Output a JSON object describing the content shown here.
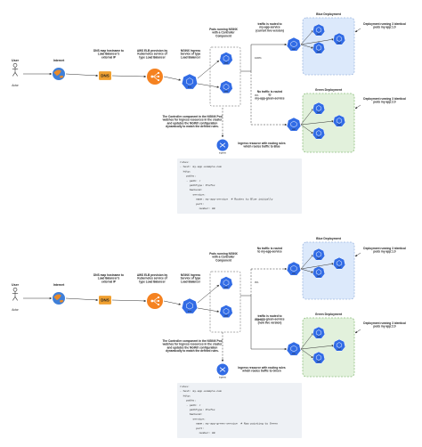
{
  "colors": {
    "blue_zone": "#dce9fb",
    "blue_zone_border": "#9fb8e0",
    "green_zone": "#e2f1dc",
    "green_zone_border": "#8fbf7f",
    "k8s_blue": "#326ce5",
    "aws_orange": "#f58220",
    "dns_orange": "#f0a030",
    "globe_orange": "#e88a2a",
    "code_bg": "#eef1f5",
    "code_key": "#3a6fb0",
    "code_comment": "#2e8b57"
  },
  "scenarios": [
    {
      "user_label": "User",
      "actor_label": "Actor",
      "internet_label": "Internet",
      "dns_text": "DNS map hostname to Load Balancer's external IP",
      "dns_icon_label": "DNS",
      "elb_text": "AWS ELB provision by Kubernetes service of type Load Balancer",
      "ingress_svc_text": "NGINX Ingress Service of type Load Balancer",
      "controller_text": "Pods running NGINX with a Controller Component",
      "controller_note": "The Controller component in the NGINX Pod watches for Ingress resources in the cluster and updates the NGINX configuration dynamically to match the defined rules.",
      "ingress_resource_text": "Ingress resource with routing rules which routes traffic to Blue",
      "ingress_icon_label": "ingress",
      "pct_top": "100%",
      "pct_bottom": "0%",
      "svc_label": "svc",
      "pod_label": "pod",
      "top_deploy": {
        "title": "Blue Deployment",
        "side_text": "Deployment running 3 identical pods my app:1.0",
        "route_text": "traffic is routed to my-app-service (current live version)"
      },
      "bottom_deploy": {
        "title": "Green Deployment",
        "side_text": "Deployment running 3 identical pods my app:2.0",
        "route_text": "No traffic is routed to my-app-green-service"
      },
      "code_lines": [
        {
          "text": "rules:"
        },
        {
          "text": "- host: my-app.example.com"
        },
        {
          "text": "  http:"
        },
        {
          "text": "    paths:"
        },
        {
          "text": "    - path: /"
        },
        {
          "text": "      pathType: Prefix"
        },
        {
          "text": "      backend:"
        },
        {
          "text": "        service:"
        },
        {
          "text": "          name: my-app-service  # Routes to Blue initially"
        },
        {
          "text": "          port:"
        },
        {
          "text": "            number: 80"
        }
      ]
    },
    {
      "user_label": "User",
      "actor_label": "Actor",
      "internet_label": "Internet",
      "dns_text": "DNS map hostname to Load Balancer's external IP",
      "dns_icon_label": "DNS",
      "elb_text": "AWS ELB provision by Kubernetes service of type Load Balancer",
      "ingress_svc_text": "NGINX Ingress Service of type Load Balancer",
      "controller_text": "Pods running NGINX with a Controller Component",
      "controller_note": "The Controller component in the NGINX Pod watches for Ingress resources in the cluster and updates the NGINX configuration dynamically to match the defined rules.",
      "ingress_resource_text": "Ingress resource with routing rules which routes traffic to Green",
      "ingress_icon_label": "ingress",
      "pct_top": "0%",
      "pct_bottom": "100%",
      "svc_label": "svc",
      "pod_label": "pod",
      "top_deploy": {
        "title": "Blue Deployment",
        "side_text": "Deployment running 3 identical pods my app:1.0",
        "route_text": "No traffic is routed to my-app-service"
      },
      "bottom_deploy": {
        "title": "Green Deployment",
        "side_text": "Deployment running 3 identical pods my app:2.0",
        "route_text": "traffic is routed to my-app-green-service (new live version)"
      },
      "code_lines": [
        {
          "text": "rules:"
        },
        {
          "text": "- host: my-app.example.com"
        },
        {
          "text": "  http:"
        },
        {
          "text": "    paths:"
        },
        {
          "text": "    - path: /"
        },
        {
          "text": "      pathType: Prefix"
        },
        {
          "text": "      backend:"
        },
        {
          "text": "        service:"
        },
        {
          "text": "          name: my-app-green-service  # Now pointing to Green"
        },
        {
          "text": "          port:"
        },
        {
          "text": "            number: 80"
        }
      ]
    }
  ]
}
